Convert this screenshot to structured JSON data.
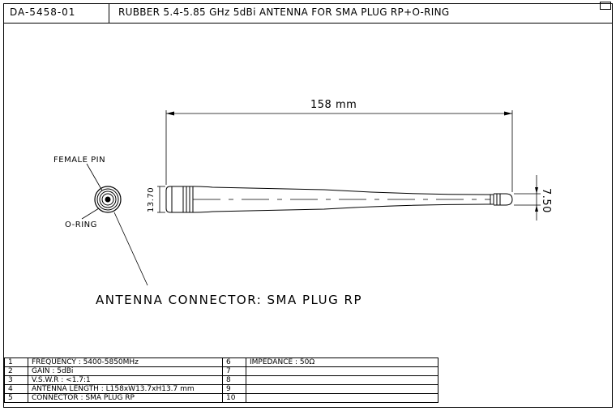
{
  "header": {
    "code": "DA-5458-01",
    "title": "RUBBER 5.4-5.85 GHz  5dBi ANTENNA FOR SMA PLUG RP+O-RING"
  },
  "labels": {
    "female_pin": "FEMALE PIN",
    "o_ring": "O-RING",
    "connector": "ANTENNA CONNECTOR: SMA PLUG RP"
  },
  "dimensions": {
    "length": "158 mm",
    "diameter": "13.70",
    "tip": "7.50"
  },
  "spec_rows": [
    {
      "n": "1",
      "text": "FREQUENCY :  5400-5850MHz",
      "n2": "6",
      "text2": "IMPEDANCE :  50Ω"
    },
    {
      "n": "2",
      "text": "GAIN :  5dBi",
      "n2": "7",
      "text2": ""
    },
    {
      "n": "3",
      "text": "V.S.W.R :  <1.7:1",
      "n2": "8",
      "text2": ""
    },
    {
      "n": "4",
      "text": "ANTENNA LENGTH :  L158xW13.7xH13.7 mm",
      "n2": "9",
      "text2": ""
    },
    {
      "n": "5",
      "text": "CONNECTOR :  SMA PLUG RP",
      "n2": "10",
      "text2": ""
    }
  ]
}
